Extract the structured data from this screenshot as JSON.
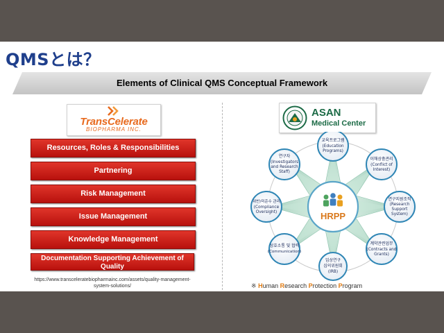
{
  "slide": {
    "title": "QMSとは？",
    "banner": "Elements of Clinical QMS Conceptual Framework"
  },
  "transcelerate": {
    "logo_name": "TransCelerate",
    "logo_sub": "BIOPHARMA INC.",
    "elements": [
      "Resources, Roles & Responsibilities",
      "Partnering",
      "Risk Management",
      "Issue Management",
      "Knowledge Management",
      "Documentation Supporting Achievement of Quality"
    ],
    "url": "https://www.transceleratebiopharmainc.com/assets/quality-management-system-solutions/",
    "brand_color": "#e86a1e",
    "box_color": "#c8150f"
  },
  "asan": {
    "logo_name": "ASAN",
    "logo_sub": "Medical Center",
    "brand_color": "#1b6a45",
    "center_label": "HRPP",
    "nodes": [
      {
        "ko": "교육프로그램",
        "en1": "(Education",
        "en2": "Programs)",
        "en3": ""
      },
      {
        "ko": "이해상충관리",
        "en1": "(Conflict of",
        "en2": "Interest)",
        "en3": ""
      },
      {
        "ko": "연구지원조직",
        "en1": "(Research",
        "en2": "Support",
        "en3": "System)"
      },
      {
        "ko": "계약관련업무",
        "en1": "(Contracts and",
        "en2": "Grants)",
        "en3": ""
      },
      {
        "ko": "임상연구",
        "en1": "심의위원회",
        "en2": "(IRB)",
        "en3": ""
      },
      {
        "ko": "상호소통 및 협력",
        "en1": "(Communication)",
        "en2": "",
        "en3": ""
      },
      {
        "ko": "위반/미준수 관리",
        "en1": "(Compliance",
        "en2": "Oversight)",
        "en3": ""
      },
      {
        "ko": "연구자",
        "en1": "(Investigators",
        "en2": "and Research",
        "en3": "Staff)"
      }
    ],
    "footnote": {
      "mark": "※",
      "h": "H",
      "h_rest": "uman ",
      "r": "R",
      "r_rest": "esearch ",
      "p": "P",
      "p_rest": "rotection ",
      "p2": "P",
      "p2_rest": "rogram"
    }
  }
}
